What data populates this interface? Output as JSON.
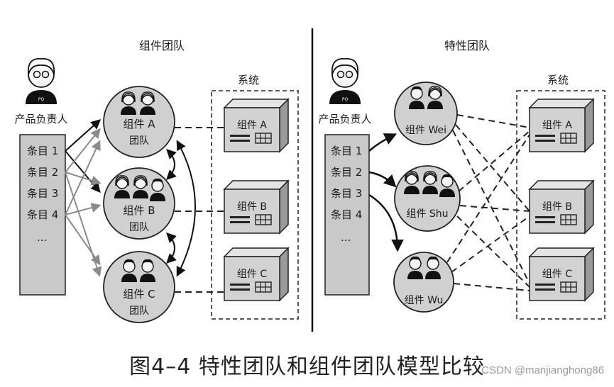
{
  "left": {
    "team_header": "组件团队",
    "system_label": "系统",
    "po_label": "产品负责人",
    "po_badge": "PO",
    "backlog": [
      "条目 1",
      "条目 2",
      "条目 3",
      "条目 4",
      "..."
    ],
    "teams": [
      {
        "line1": "组件 A",
        "line2": "团队"
      },
      {
        "line1": "组件 B",
        "line2": "团队"
      },
      {
        "line1": "组件 C",
        "line2": "团队"
      }
    ],
    "components": [
      "组件 A",
      "组件 B",
      "组件 C"
    ]
  },
  "right": {
    "team_header": "特性团队",
    "system_label": "系统",
    "po_label": "产品负责人",
    "po_badge": "PO",
    "backlog": [
      "条目 1",
      "条目 2",
      "条目 3",
      "条目 4",
      "..."
    ],
    "teams": [
      {
        "line1": "组件 Wei"
      },
      {
        "line1": "组件 Shu"
      },
      {
        "line1": "组件 Wu"
      }
    ],
    "components": [
      "组件 A",
      "组件 B",
      "组件 C"
    ]
  },
  "caption": "图4–4 特性团队和组件团队模型比较",
  "watermark": "CSDN @manjianghong86"
}
